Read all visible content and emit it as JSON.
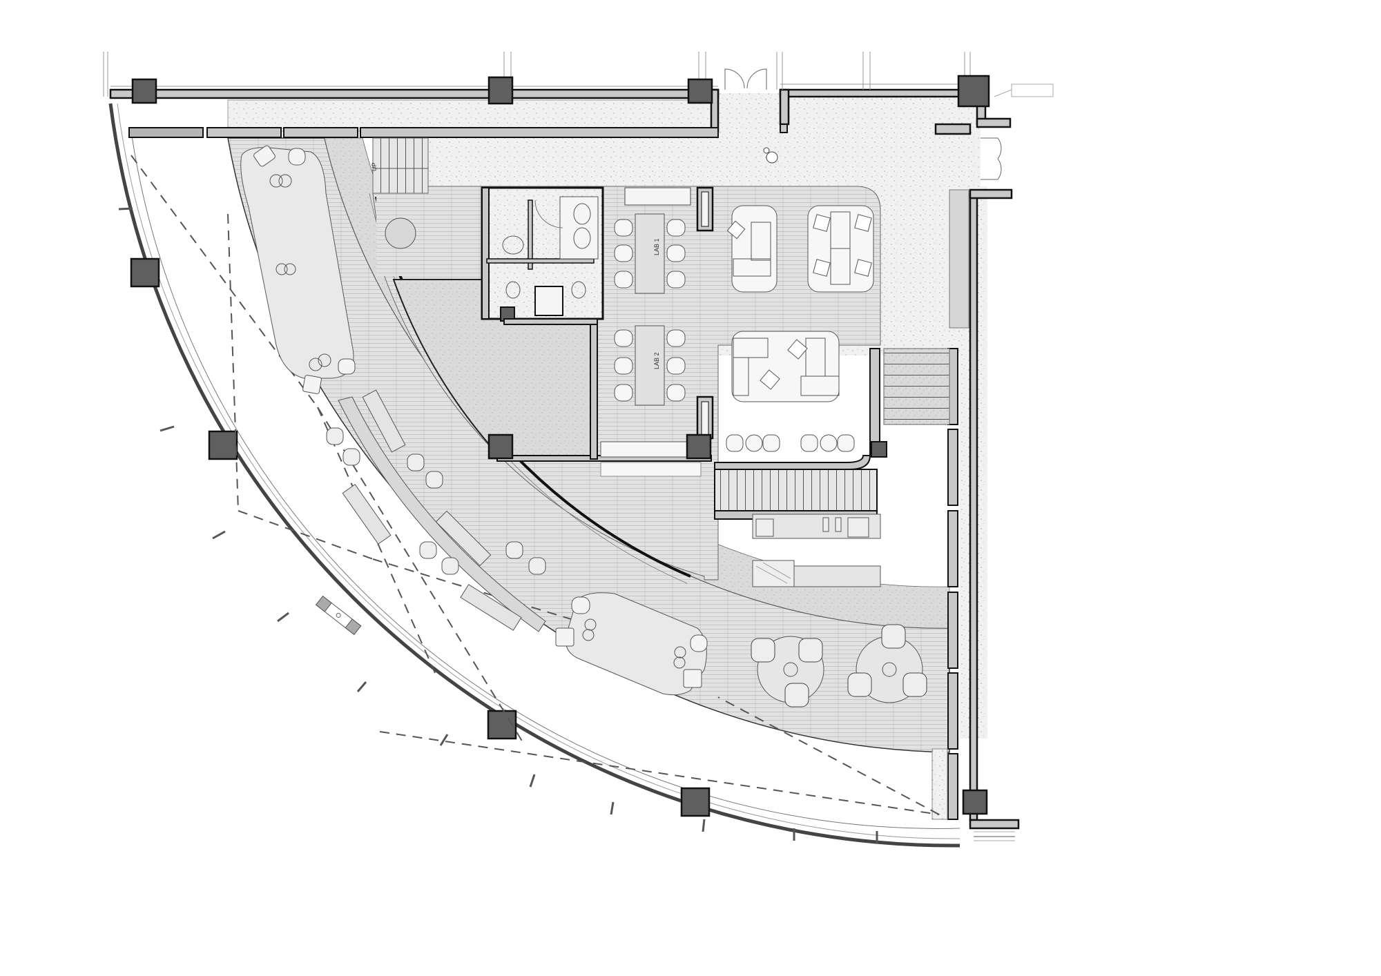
{
  "diagram": {
    "type": "architectural-floor-plan",
    "colors": {
      "background": "#ffffff",
      "column_fill": "#5f5f5f",
      "wall_fill": "#c8c8c8",
      "wall_stroke": "#111111",
      "floor_terrazzo": "#ececec",
      "floor_wood": "#dedede",
      "floor_concrete_dark": "#d4d4d4",
      "furniture_fill": "#f4f4f4",
      "dash_line": "#555555"
    },
    "rooms": [
      {
        "id": "lab1",
        "label": "LAB 1"
      },
      {
        "id": "lab2",
        "label": "LAB 2"
      }
    ],
    "stair_label": "UP",
    "zones": [
      {
        "name": "entry-lobby"
      },
      {
        "name": "lounge-area"
      },
      {
        "name": "restrooms"
      },
      {
        "name": "meeting-tables"
      },
      {
        "name": "curved-amphitheater-seating"
      },
      {
        "name": "cafe-counter"
      },
      {
        "name": "outdoor-terrace"
      },
      {
        "name": "main-stair"
      },
      {
        "name": "curved-curtain-wall"
      }
    ]
  }
}
